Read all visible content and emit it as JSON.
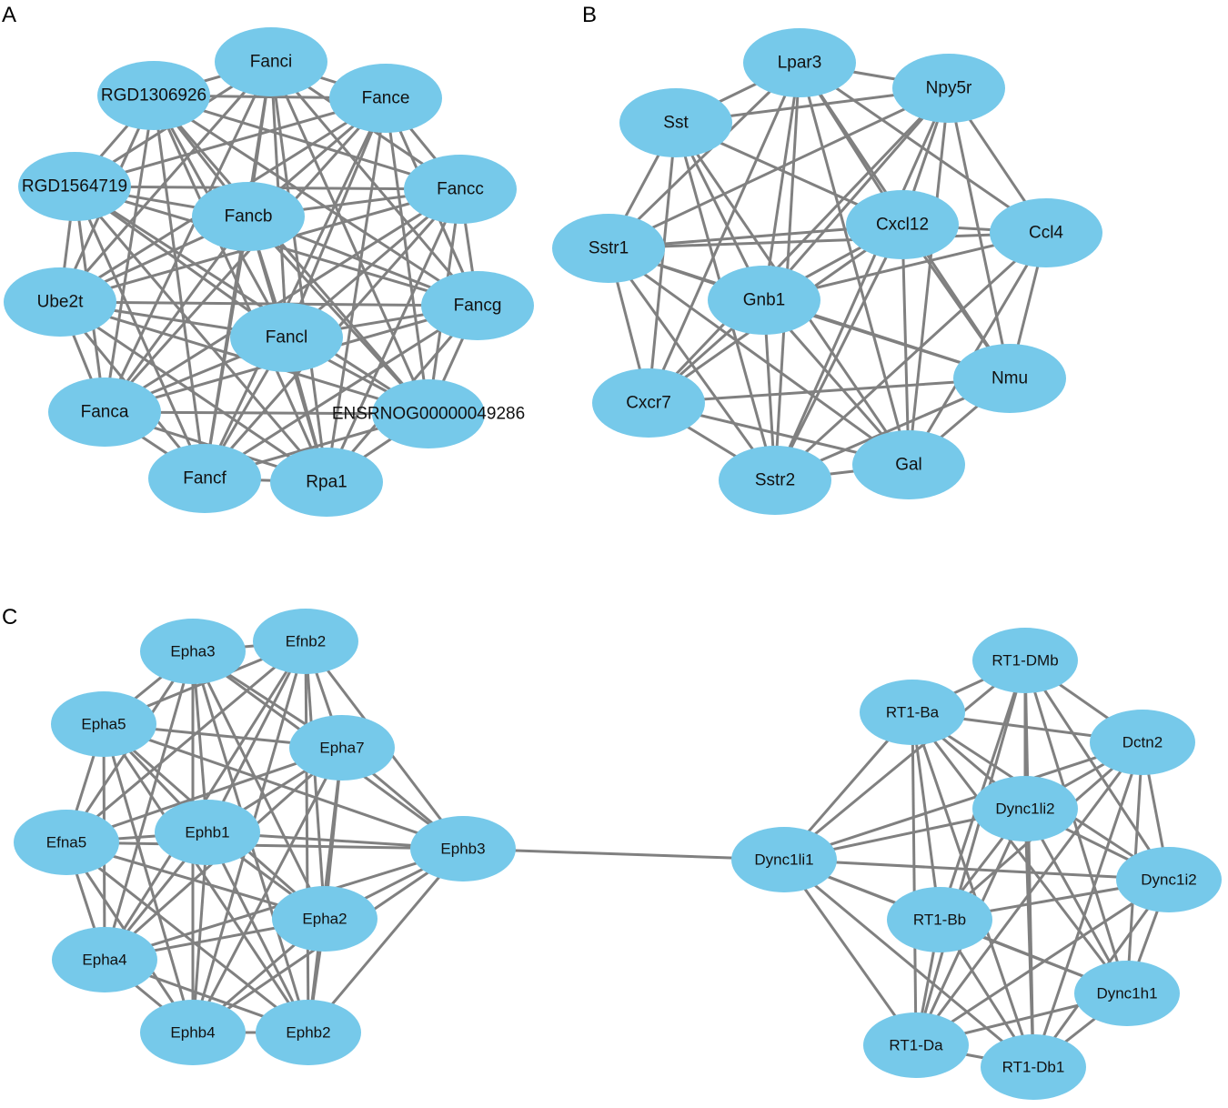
{
  "colors": {
    "node_fill": "#76C9EA",
    "edge": "#808080",
    "label": "#111111",
    "background": "#FFFFFF"
  },
  "panels": [
    {
      "letter": "A",
      "nodes": [
        {
          "id": "Fanci",
          "label": "Fanci"
        },
        {
          "id": "RGD1306926",
          "label": "RGD1306926"
        },
        {
          "id": "Fance",
          "label": "Fance"
        },
        {
          "id": "RGD1564719",
          "label": "RGD1564719"
        },
        {
          "id": "Fancb",
          "label": "Fancb"
        },
        {
          "id": "Fancc",
          "label": "Fancc"
        },
        {
          "id": "Ube2t",
          "label": "Ube2t"
        },
        {
          "id": "Fancl",
          "label": "Fancl"
        },
        {
          "id": "Fancg",
          "label": "Fancg"
        },
        {
          "id": "Fanca",
          "label": "Fanca"
        },
        {
          "id": "ENSRNOG00000049286",
          "label": "ENSRNOG00000049286"
        },
        {
          "id": "Fancf",
          "label": "Fancf"
        },
        {
          "id": "Rpa1",
          "label": "Rpa1"
        }
      ],
      "edges": [
        [
          "Fanci",
          "RGD1306926"
        ],
        [
          "Fanci",
          "Fance"
        ],
        [
          "Fanci",
          "RGD1564719"
        ],
        [
          "Fanci",
          "Fancb"
        ],
        [
          "Fanci",
          "Fancc"
        ],
        [
          "Fanci",
          "Ube2t"
        ],
        [
          "Fanci",
          "Fancl"
        ],
        [
          "Fanci",
          "Fancg"
        ],
        [
          "Fanci",
          "Fanca"
        ],
        [
          "Fanci",
          "ENSRNOG00000049286"
        ],
        [
          "Fanci",
          "Fancf"
        ],
        [
          "Fanci",
          "Rpa1"
        ],
        [
          "RGD1306926",
          "Fance"
        ],
        [
          "RGD1306926",
          "RGD1564719"
        ],
        [
          "RGD1306926",
          "Fancb"
        ],
        [
          "RGD1306926",
          "Fancc"
        ],
        [
          "RGD1306926",
          "Ube2t"
        ],
        [
          "RGD1306926",
          "Fancl"
        ],
        [
          "RGD1306926",
          "Fancg"
        ],
        [
          "RGD1306926",
          "Fanca"
        ],
        [
          "RGD1306926",
          "ENSRNOG00000049286"
        ],
        [
          "RGD1306926",
          "Fancf"
        ],
        [
          "RGD1306926",
          "Rpa1"
        ],
        [
          "Fance",
          "RGD1564719"
        ],
        [
          "Fance",
          "Fancb"
        ],
        [
          "Fance",
          "Fancc"
        ],
        [
          "Fance",
          "Ube2t"
        ],
        [
          "Fance",
          "Fancl"
        ],
        [
          "Fance",
          "Fancg"
        ],
        [
          "Fance",
          "Fanca"
        ],
        [
          "Fance",
          "ENSRNOG00000049286"
        ],
        [
          "Fance",
          "Fancf"
        ],
        [
          "Fance",
          "Rpa1"
        ],
        [
          "RGD1564719",
          "Fancb"
        ],
        [
          "RGD1564719",
          "Fancc"
        ],
        [
          "RGD1564719",
          "Ube2t"
        ],
        [
          "RGD1564719",
          "Fancl"
        ],
        [
          "RGD1564719",
          "Fancg"
        ],
        [
          "RGD1564719",
          "Fanca"
        ],
        [
          "RGD1564719",
          "ENSRNOG00000049286"
        ],
        [
          "RGD1564719",
          "Fancf"
        ],
        [
          "RGD1564719",
          "Rpa1"
        ],
        [
          "Fancb",
          "Fancc"
        ],
        [
          "Fancb",
          "Ube2t"
        ],
        [
          "Fancb",
          "Fancl"
        ],
        [
          "Fancb",
          "Fancg"
        ],
        [
          "Fancb",
          "Fanca"
        ],
        [
          "Fancb",
          "ENSRNOG00000049286"
        ],
        [
          "Fancb",
          "Fancf"
        ],
        [
          "Fancb",
          "Rpa1"
        ],
        [
          "Fancc",
          "Ube2t"
        ],
        [
          "Fancc",
          "Fancl"
        ],
        [
          "Fancc",
          "Fancg"
        ],
        [
          "Fancc",
          "Fanca"
        ],
        [
          "Fancc",
          "ENSRNOG00000049286"
        ],
        [
          "Fancc",
          "Fancf"
        ],
        [
          "Fancc",
          "Rpa1"
        ],
        [
          "Ube2t",
          "Fancl"
        ],
        [
          "Ube2t",
          "Fancg"
        ],
        [
          "Ube2t",
          "Fanca"
        ],
        [
          "Ube2t",
          "ENSRNOG00000049286"
        ],
        [
          "Ube2t",
          "Fancf"
        ],
        [
          "Ube2t",
          "Rpa1"
        ],
        [
          "Fancl",
          "Fancg"
        ],
        [
          "Fancl",
          "Fanca"
        ],
        [
          "Fancl",
          "ENSRNOG00000049286"
        ],
        [
          "Fancl",
          "Fancf"
        ],
        [
          "Fancl",
          "Rpa1"
        ],
        [
          "Fancg",
          "Fanca"
        ],
        [
          "Fancg",
          "ENSRNOG00000049286"
        ],
        [
          "Fancg",
          "Fancf"
        ],
        [
          "Fancg",
          "Rpa1"
        ],
        [
          "Fanca",
          "ENSRNOG00000049286"
        ],
        [
          "Fanca",
          "Fancf"
        ],
        [
          "Fanca",
          "Rpa1"
        ],
        [
          "ENSRNOG00000049286",
          "Fancf"
        ],
        [
          "ENSRNOG00000049286",
          "Rpa1"
        ],
        [
          "Fancf",
          "Rpa1"
        ]
      ]
    },
    {
      "letter": "B",
      "nodes": [
        {
          "id": "Lpar3",
          "label": "Lpar3"
        },
        {
          "id": "Npy5r",
          "label": "Npy5r"
        },
        {
          "id": "Sst",
          "label": "Sst"
        },
        {
          "id": "Cxcl12",
          "label": "Cxcl12"
        },
        {
          "id": "Ccl4",
          "label": "Ccl4"
        },
        {
          "id": "Sstr1",
          "label": "Sstr1"
        },
        {
          "id": "Gnb1",
          "label": "Gnb1"
        },
        {
          "id": "Nmu",
          "label": "Nmu"
        },
        {
          "id": "Cxcr7",
          "label": "Cxcr7"
        },
        {
          "id": "Gal",
          "label": "Gal"
        },
        {
          "id": "Sstr2",
          "label": "Sstr2"
        }
      ],
      "edges": [
        [
          "Lpar3",
          "Npy5r"
        ],
        [
          "Lpar3",
          "Sst"
        ],
        [
          "Lpar3",
          "Cxcl12"
        ],
        [
          "Lpar3",
          "Ccl4"
        ],
        [
          "Lpar3",
          "Sstr1"
        ],
        [
          "Lpar3",
          "Gnb1"
        ],
        [
          "Lpar3",
          "Nmu"
        ],
        [
          "Lpar3",
          "Cxcr7"
        ],
        [
          "Lpar3",
          "Gal"
        ],
        [
          "Lpar3",
          "Sstr2"
        ],
        [
          "Npy5r",
          "Sst"
        ],
        [
          "Npy5r",
          "Cxcl12"
        ],
        [
          "Npy5r",
          "Ccl4"
        ],
        [
          "Npy5r",
          "Sstr1"
        ],
        [
          "Npy5r",
          "Gnb1"
        ],
        [
          "Npy5r",
          "Nmu"
        ],
        [
          "Npy5r",
          "Cxcr7"
        ],
        [
          "Npy5r",
          "Gal"
        ],
        [
          "Npy5r",
          "Sstr2"
        ],
        [
          "Sst",
          "Cxcl12"
        ],
        [
          "Sst",
          "Sstr1"
        ],
        [
          "Sst",
          "Gnb1"
        ],
        [
          "Sst",
          "Cxcr7"
        ],
        [
          "Sst",
          "Gal"
        ],
        [
          "Sst",
          "Sstr2"
        ],
        [
          "Cxcl12",
          "Ccl4"
        ],
        [
          "Cxcl12",
          "Sstr1"
        ],
        [
          "Cxcl12",
          "Gnb1"
        ],
        [
          "Cxcl12",
          "Nmu"
        ],
        [
          "Cxcl12",
          "Cxcr7"
        ],
        [
          "Cxcl12",
          "Gal"
        ],
        [
          "Cxcl12",
          "Sstr2"
        ],
        [
          "Ccl4",
          "Sstr1"
        ],
        [
          "Ccl4",
          "Gnb1"
        ],
        [
          "Ccl4",
          "Nmu"
        ],
        [
          "Ccl4",
          "Gal"
        ],
        [
          "Ccl4",
          "Sstr2"
        ],
        [
          "Sstr1",
          "Gnb1"
        ],
        [
          "Sstr1",
          "Nmu"
        ],
        [
          "Sstr1",
          "Cxcr7"
        ],
        [
          "Sstr1",
          "Gal"
        ],
        [
          "Sstr1",
          "Sstr2"
        ],
        [
          "Gnb1",
          "Nmu"
        ],
        [
          "Gnb1",
          "Cxcr7"
        ],
        [
          "Gnb1",
          "Gal"
        ],
        [
          "Gnb1",
          "Sstr2"
        ],
        [
          "Nmu",
          "Cxcr7"
        ],
        [
          "Nmu",
          "Gal"
        ],
        [
          "Nmu",
          "Sstr2"
        ],
        [
          "Cxcr7",
          "Gal"
        ],
        [
          "Cxcr7",
          "Sstr2"
        ],
        [
          "Gal",
          "Sstr2"
        ]
      ]
    },
    {
      "letter": "C",
      "nodes": [
        {
          "id": "Epha3",
          "label": "Epha3"
        },
        {
          "id": "Efnb2",
          "label": "Efnb2"
        },
        {
          "id": "Epha5",
          "label": "Epha5"
        },
        {
          "id": "Epha7",
          "label": "Epha7"
        },
        {
          "id": "Efna5",
          "label": "Efna5"
        },
        {
          "id": "Ephb1",
          "label": "Ephb1"
        },
        {
          "id": "Ephb3",
          "label": "Ephb3"
        },
        {
          "id": "Epha2",
          "label": "Epha2"
        },
        {
          "id": "Epha4",
          "label": "Epha4"
        },
        {
          "id": "Ephb4",
          "label": "Ephb4"
        },
        {
          "id": "Ephb2",
          "label": "Ephb2"
        },
        {
          "id": "RT1-DMb",
          "label": "RT1-DMb"
        },
        {
          "id": "RT1-Ba",
          "label": "RT1-Ba"
        },
        {
          "id": "Dctn2",
          "label": "Dctn2"
        },
        {
          "id": "Dync1li2",
          "label": "Dync1li2"
        },
        {
          "id": "Dync1li1",
          "label": "Dync1li1"
        },
        {
          "id": "Dync1i2",
          "label": "Dync1i2"
        },
        {
          "id": "RT1-Bb",
          "label": "RT1-Bb"
        },
        {
          "id": "Dync1h1",
          "label": "Dync1h1"
        },
        {
          "id": "RT1-Da",
          "label": "RT1-Da"
        },
        {
          "id": "RT1-Db1",
          "label": "RT1-Db1"
        }
      ],
      "edges": [
        [
          "Epha3",
          "Efnb2"
        ],
        [
          "Epha3",
          "Epha5"
        ],
        [
          "Epha3",
          "Epha7"
        ],
        [
          "Epha3",
          "Efna5"
        ],
        [
          "Epha3",
          "Ephb1"
        ],
        [
          "Epha3",
          "Ephb3"
        ],
        [
          "Epha3",
          "Epha2"
        ],
        [
          "Epha3",
          "Epha4"
        ],
        [
          "Epha3",
          "Ephb4"
        ],
        [
          "Epha3",
          "Ephb2"
        ],
        [
          "Efnb2",
          "Epha5"
        ],
        [
          "Efnb2",
          "Epha7"
        ],
        [
          "Efnb2",
          "Efna5"
        ],
        [
          "Efnb2",
          "Ephb1"
        ],
        [
          "Efnb2",
          "Ephb3"
        ],
        [
          "Efnb2",
          "Epha2"
        ],
        [
          "Efnb2",
          "Epha4"
        ],
        [
          "Efnb2",
          "Ephb4"
        ],
        [
          "Efnb2",
          "Ephb2"
        ],
        [
          "Epha5",
          "Epha7"
        ],
        [
          "Epha5",
          "Efna5"
        ],
        [
          "Epha5",
          "Ephb1"
        ],
        [
          "Epha5",
          "Ephb3"
        ],
        [
          "Epha5",
          "Epha2"
        ],
        [
          "Epha5",
          "Epha4"
        ],
        [
          "Epha5",
          "Ephb4"
        ],
        [
          "Epha5",
          "Ephb2"
        ],
        [
          "Epha7",
          "Efna5"
        ],
        [
          "Epha7",
          "Ephb1"
        ],
        [
          "Epha7",
          "Ephb3"
        ],
        [
          "Epha7",
          "Epha2"
        ],
        [
          "Epha7",
          "Epha4"
        ],
        [
          "Epha7",
          "Ephb4"
        ],
        [
          "Epha7",
          "Ephb2"
        ],
        [
          "Efna5",
          "Ephb1"
        ],
        [
          "Efna5",
          "Ephb3"
        ],
        [
          "Efna5",
          "Epha2"
        ],
        [
          "Efna5",
          "Epha4"
        ],
        [
          "Efna5",
          "Ephb4"
        ],
        [
          "Efna5",
          "Ephb2"
        ],
        [
          "Ephb1",
          "Ephb3"
        ],
        [
          "Ephb1",
          "Epha2"
        ],
        [
          "Ephb1",
          "Epha4"
        ],
        [
          "Ephb1",
          "Ephb4"
        ],
        [
          "Ephb1",
          "Ephb2"
        ],
        [
          "Ephb3",
          "Epha2"
        ],
        [
          "Ephb3",
          "Epha4"
        ],
        [
          "Ephb3",
          "Ephb4"
        ],
        [
          "Ephb3",
          "Ephb2"
        ],
        [
          "Epha2",
          "Epha4"
        ],
        [
          "Epha2",
          "Ephb4"
        ],
        [
          "Epha2",
          "Ephb2"
        ],
        [
          "Epha4",
          "Ephb4"
        ],
        [
          "Epha4",
          "Ephb2"
        ],
        [
          "Ephb4",
          "Ephb2"
        ],
        [
          "Ephb3",
          "Dync1li1"
        ],
        [
          "RT1-DMb",
          "RT1-Ba"
        ],
        [
          "RT1-DMb",
          "Dctn2"
        ],
        [
          "RT1-DMb",
          "Dync1li2"
        ],
        [
          "RT1-DMb",
          "Dync1li1"
        ],
        [
          "RT1-DMb",
          "Dync1i2"
        ],
        [
          "RT1-DMb",
          "RT1-Bb"
        ],
        [
          "RT1-DMb",
          "Dync1h1"
        ],
        [
          "RT1-DMb",
          "RT1-Da"
        ],
        [
          "RT1-DMb",
          "RT1-Db1"
        ],
        [
          "RT1-Ba",
          "Dctn2"
        ],
        [
          "RT1-Ba",
          "Dync1li2"
        ],
        [
          "RT1-Ba",
          "Dync1li1"
        ],
        [
          "RT1-Ba",
          "Dync1i2"
        ],
        [
          "RT1-Ba",
          "RT1-Bb"
        ],
        [
          "RT1-Ba",
          "Dync1h1"
        ],
        [
          "RT1-Ba",
          "RT1-Da"
        ],
        [
          "RT1-Ba",
          "RT1-Db1"
        ],
        [
          "Dctn2",
          "Dync1li2"
        ],
        [
          "Dctn2",
          "Dync1li1"
        ],
        [
          "Dctn2",
          "Dync1i2"
        ],
        [
          "Dctn2",
          "RT1-Bb"
        ],
        [
          "Dctn2",
          "Dync1h1"
        ],
        [
          "Dctn2",
          "RT1-Da"
        ],
        [
          "Dctn2",
          "RT1-Db1"
        ],
        [
          "Dync1li2",
          "Dync1li1"
        ],
        [
          "Dync1li2",
          "Dync1i2"
        ],
        [
          "Dync1li2",
          "RT1-Bb"
        ],
        [
          "Dync1li2",
          "Dync1h1"
        ],
        [
          "Dync1li2",
          "RT1-Da"
        ],
        [
          "Dync1li2",
          "RT1-Db1"
        ],
        [
          "Dync1li1",
          "Dync1i2"
        ],
        [
          "Dync1li1",
          "RT1-Bb"
        ],
        [
          "Dync1li1",
          "Dync1h1"
        ],
        [
          "Dync1li1",
          "RT1-Da"
        ],
        [
          "Dync1li1",
          "RT1-Db1"
        ],
        [
          "Dync1i2",
          "RT1-Bb"
        ],
        [
          "Dync1i2",
          "Dync1h1"
        ],
        [
          "Dync1i2",
          "RT1-Da"
        ],
        [
          "Dync1i2",
          "RT1-Db1"
        ],
        [
          "RT1-Bb",
          "Dync1h1"
        ],
        [
          "RT1-Bb",
          "RT1-Da"
        ],
        [
          "RT1-Bb",
          "RT1-Db1"
        ],
        [
          "Dync1h1",
          "RT1-Da"
        ],
        [
          "Dync1h1",
          "RT1-Db1"
        ],
        [
          "RT1-Da",
          "RT1-Db1"
        ]
      ]
    }
  ]
}
